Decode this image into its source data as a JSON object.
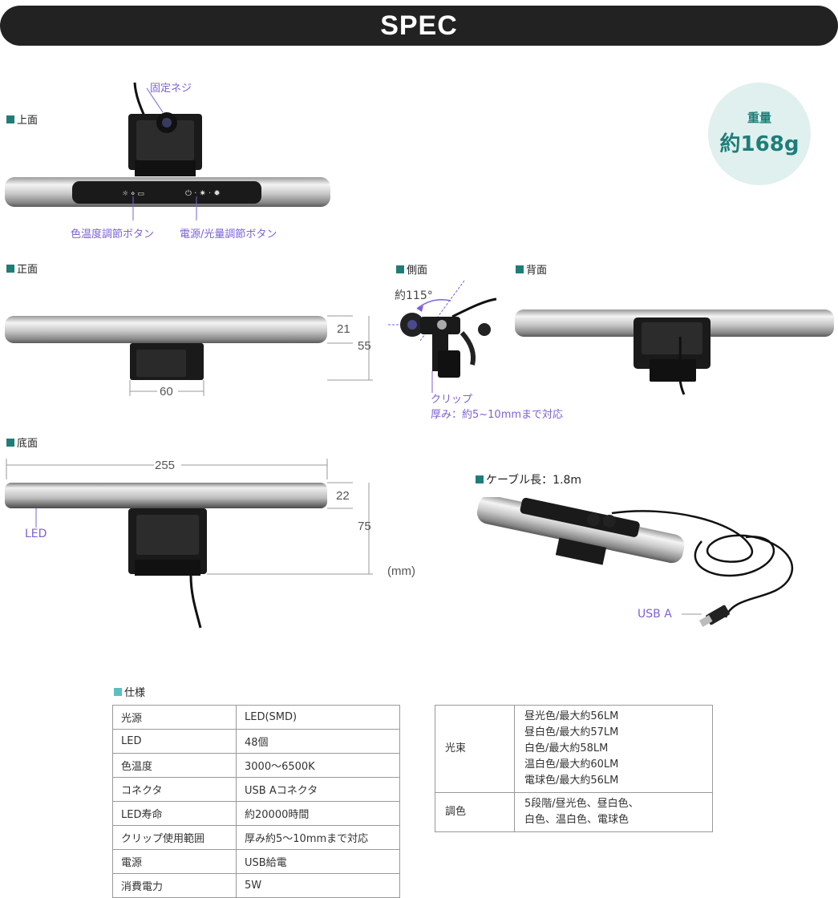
{
  "header": {
    "title": "SPEC"
  },
  "top_view": {
    "label": "上面",
    "screw_label": "固定ネジ",
    "color_temp_button_label": "色温度調節ボタン",
    "power_button_label": "電源/光量調節ボタン"
  },
  "weight": {
    "label": "重量",
    "value": "約168g"
  },
  "front_view": {
    "label": "正面",
    "dim_width": "60",
    "dim_bar": "21",
    "dim_height": "55"
  },
  "side_view": {
    "label": "側面",
    "angle": "約115°",
    "clip_label": "クリップ",
    "clip_thickness": "厚み：約5~10mmまで対応"
  },
  "back_view": {
    "label": "背面"
  },
  "bottom_view": {
    "label": "底面",
    "dim_length": "255",
    "dim_bar": "22",
    "dim_height": "75",
    "led_label": "LED",
    "unit": "(mm)"
  },
  "cable": {
    "label": "ケーブル長：1.8m",
    "usb_label": "USB A"
  },
  "spec": {
    "title": "仕様",
    "rows": [
      {
        "key": "光源",
        "value": "LED(SMD)"
      },
      {
        "key": "LED",
        "value": "48個"
      },
      {
        "key": "色温度",
        "value": "3000～6500K"
      },
      {
        "key": "コネクタ",
        "value": "USB Aコネクタ"
      },
      {
        "key": "LED寿命",
        "value": "約20000時間"
      },
      {
        "key": "クリップ使用範囲",
        "value": "厚み約5～10mmまで対応"
      },
      {
        "key": "電源",
        "value": "USB給電"
      },
      {
        "key": "消費電力",
        "value": "5W"
      }
    ],
    "flux": {
      "key": "光束",
      "lines": [
        "昼光色/最大約56LM",
        "昼白色/最大約57LM",
        "白色/最大約58LM",
        "温白色/最大約60LM",
        "電球色/最大約56LM"
      ]
    },
    "toning": {
      "key": "調色",
      "lines": [
        "5段階/昼光色、昼白色、",
        "白色、温白色、電球色"
      ]
    }
  }
}
